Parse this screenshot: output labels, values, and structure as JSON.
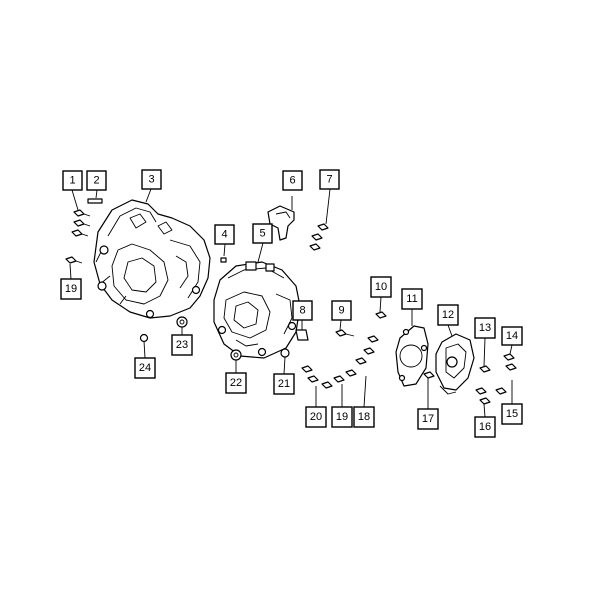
{
  "callouts": [
    {
      "id": "1",
      "label": "1"
    },
    {
      "id": "2",
      "label": "2"
    },
    {
      "id": "3",
      "label": "3"
    },
    {
      "id": "4",
      "label": "4"
    },
    {
      "id": "5",
      "label": "5"
    },
    {
      "id": "6",
      "label": "6"
    },
    {
      "id": "7",
      "label": "7"
    },
    {
      "id": "8",
      "label": "8"
    },
    {
      "id": "9",
      "label": "9"
    },
    {
      "id": "10",
      "label": "10"
    },
    {
      "id": "11",
      "label": "11"
    },
    {
      "id": "12",
      "label": "12"
    },
    {
      "id": "13",
      "label": "13"
    },
    {
      "id": "14",
      "label": "14"
    },
    {
      "id": "15",
      "label": "15"
    },
    {
      "id": "16",
      "label": "16"
    },
    {
      "id": "17",
      "label": "17"
    },
    {
      "id": "18",
      "label": "18"
    },
    {
      "id": "19a",
      "label": "19"
    },
    {
      "id": "19b",
      "label": "19"
    },
    {
      "id": "20",
      "label": "20"
    },
    {
      "id": "21",
      "label": "21"
    },
    {
      "id": "22",
      "label": "22"
    },
    {
      "id": "23",
      "label": "23"
    },
    {
      "id": "24",
      "label": "24"
    }
  ]
}
